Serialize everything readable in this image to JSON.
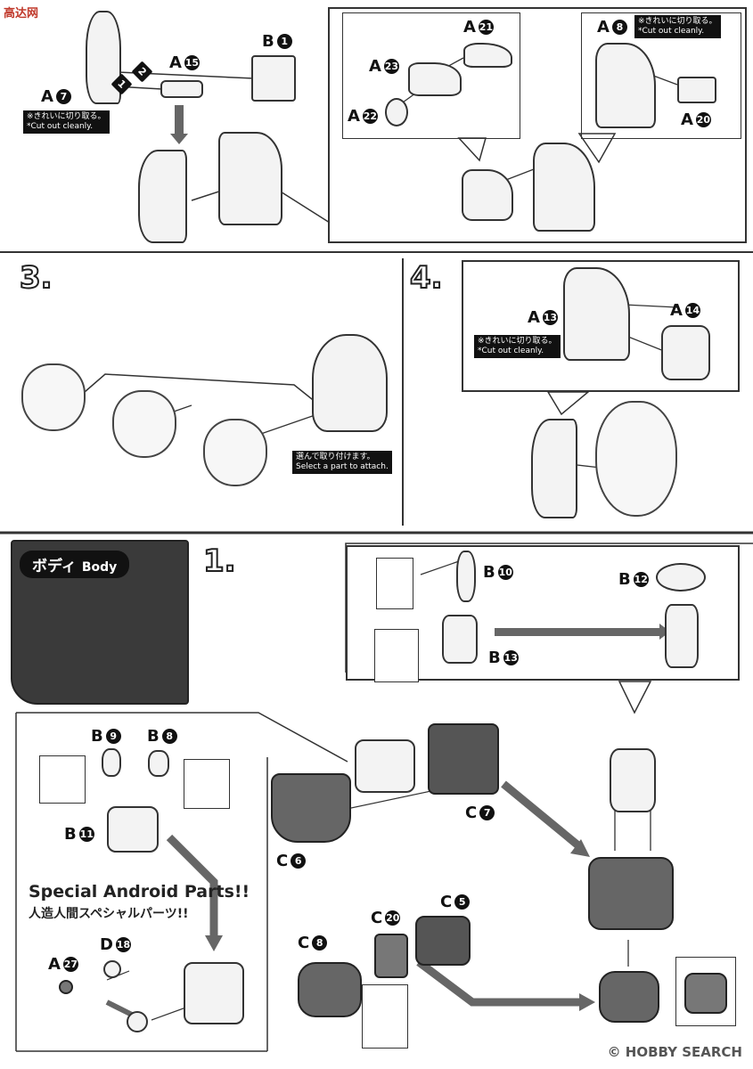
{
  "site_logo": "高达网",
  "watermark": "© HOBBY SEARCH",
  "steps": {
    "s3": "3.",
    "s4": "4.",
    "s1": "1."
  },
  "notes": {
    "cut_jp": "※きれいに切り取る。",
    "cut_en": "*Cut out cleanly.",
    "select_jp": "選んで取り付けます。",
    "select_en": "Select a part to attach."
  },
  "section_header": {
    "jp": "ボディ",
    "en": "Body"
  },
  "special": {
    "en": "Special Android Parts!!",
    "jp": "人造人間スペシャルパーツ!!"
  },
  "labels": {
    "a7": {
      "letter": "A",
      "num": "7"
    },
    "a15": {
      "letter": "A",
      "num": "15"
    },
    "b1": {
      "letter": "B",
      "num": "1"
    },
    "a21": {
      "letter": "A",
      "num": "21"
    },
    "a23": {
      "letter": "A",
      "num": "23"
    },
    "a22": {
      "letter": "A",
      "num": "22"
    },
    "a8": {
      "letter": "A",
      "num": "8"
    },
    "a20": {
      "letter": "A",
      "num": "20"
    },
    "a13": {
      "letter": "A",
      "num": "13"
    },
    "a14": {
      "letter": "A",
      "num": "14"
    },
    "b10": {
      "letter": "B",
      "num": "10"
    },
    "b12": {
      "letter": "B",
      "num": "12"
    },
    "b13": {
      "letter": "B",
      "num": "13"
    },
    "b9": {
      "letter": "B",
      "num": "9"
    },
    "b8": {
      "letter": "B",
      "num": "8"
    },
    "b11": {
      "letter": "B",
      "num": "11"
    },
    "c7": {
      "letter": "C",
      "num": "7"
    },
    "c6": {
      "letter": "C",
      "num": "6"
    },
    "c5": {
      "letter": "C",
      "num": "5"
    },
    "c20": {
      "letter": "C",
      "num": "20"
    },
    "c8": {
      "letter": "C",
      "num": "8"
    },
    "d18": {
      "letter": "D",
      "num": "18"
    },
    "a27": {
      "letter": "A",
      "num": "27"
    }
  },
  "sequence": {
    "first": "1",
    "second": "2"
  }
}
